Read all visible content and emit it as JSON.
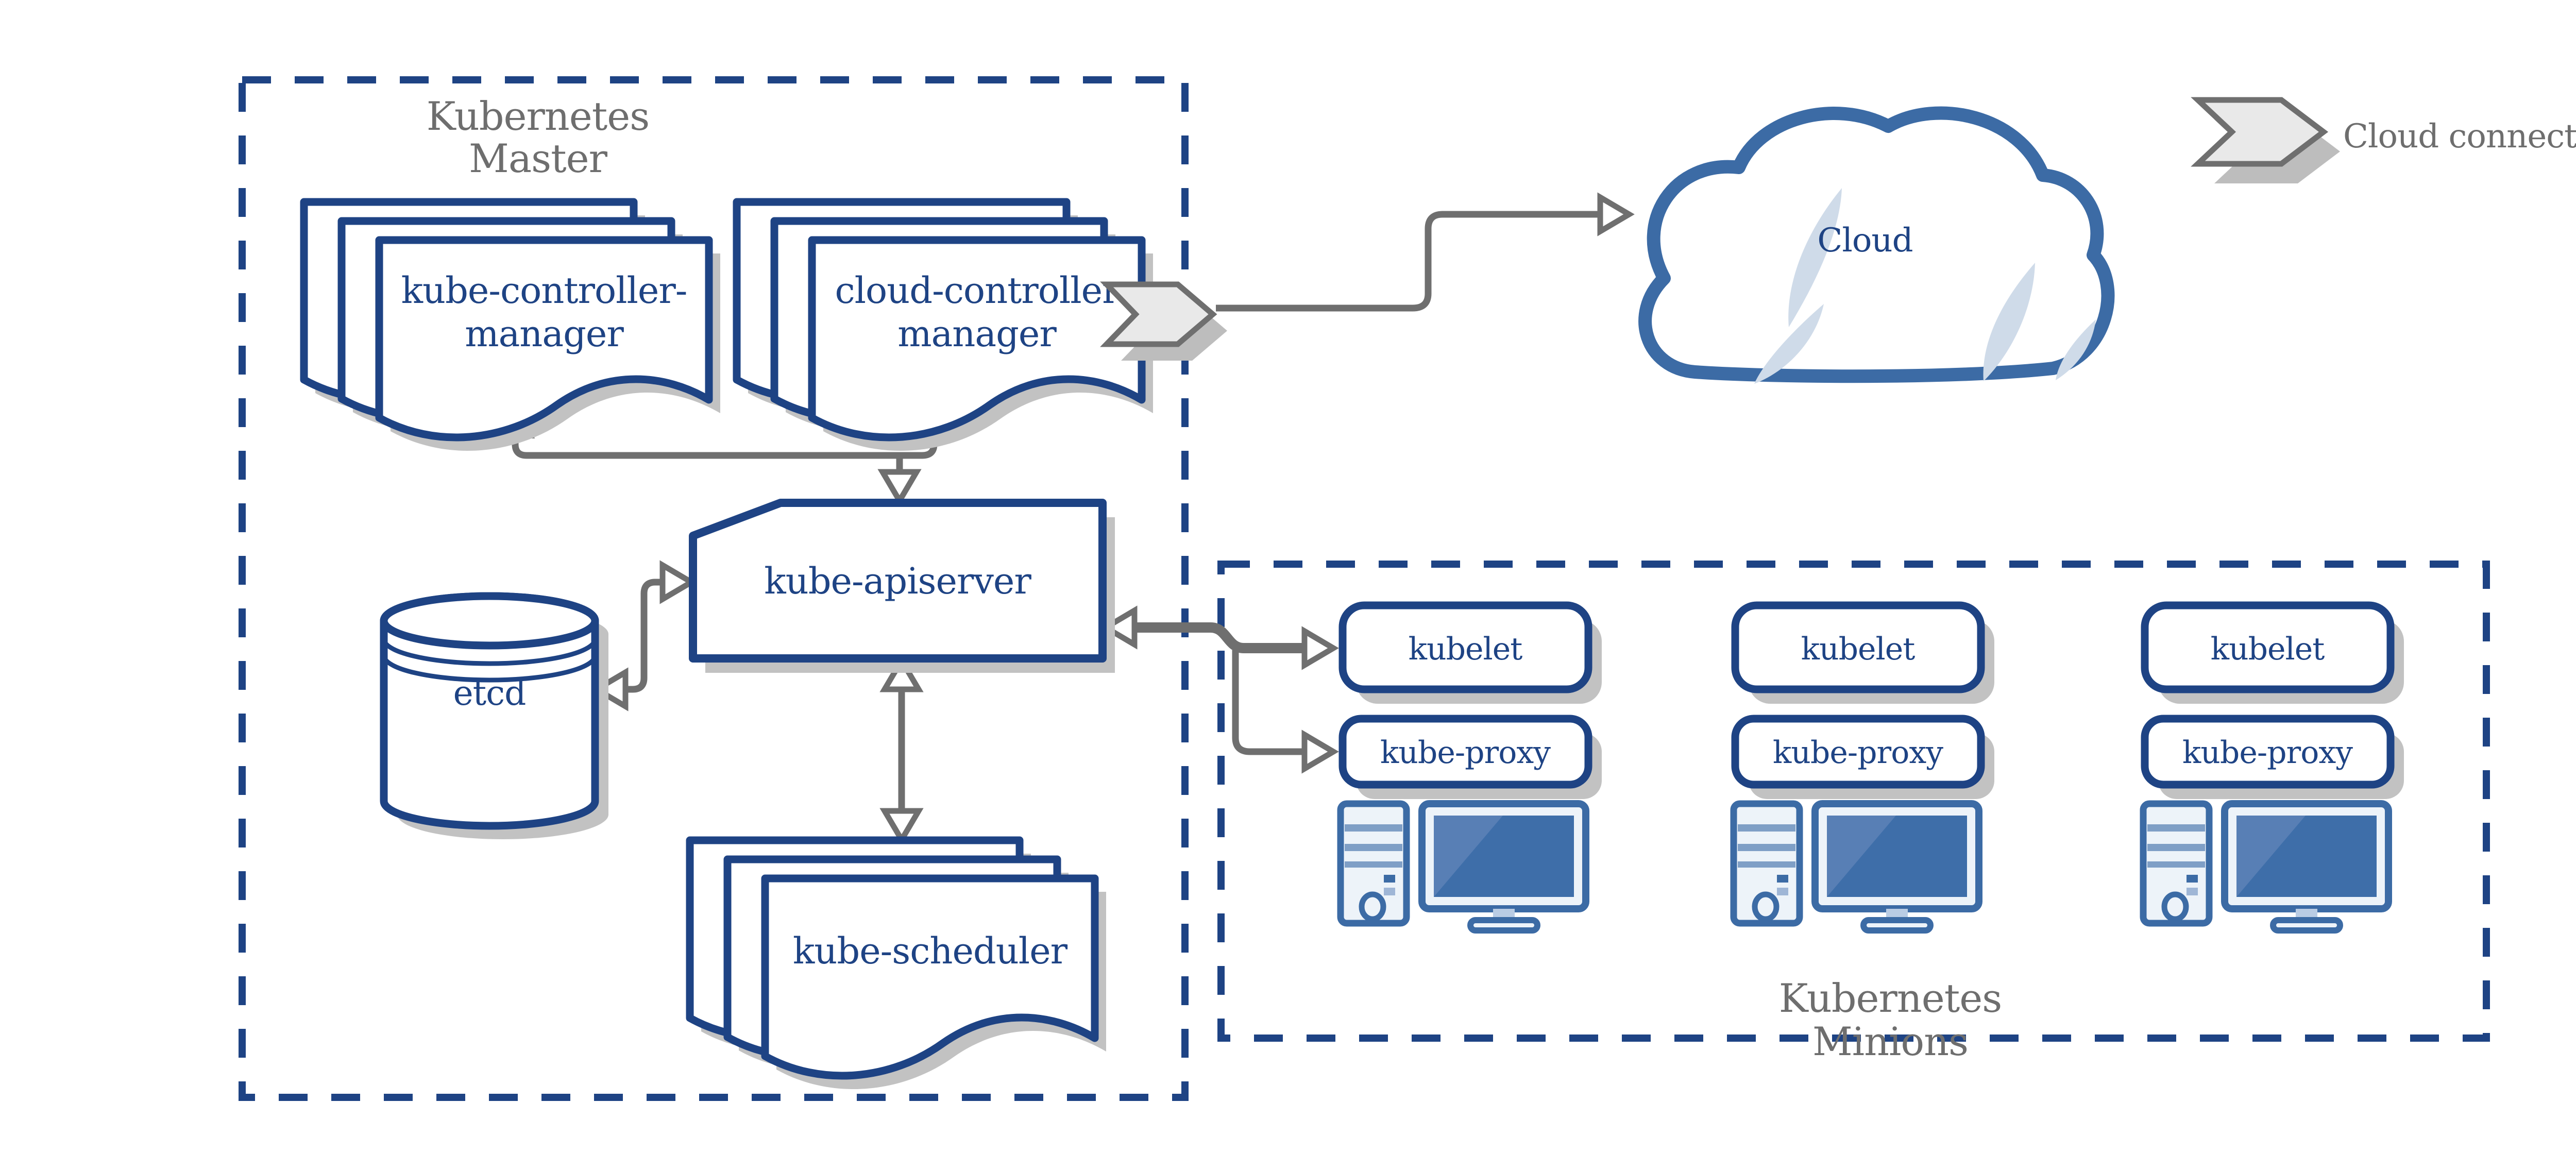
{
  "legend": {
    "label": "Cloud connector"
  },
  "master": {
    "title_lines": [
      "Kubernetes",
      "Master"
    ],
    "kube_controller_manager_lines": [
      "kube-controller-",
      "manager"
    ],
    "cloud_controller_manager_lines": [
      "cloud-controller",
      "manager"
    ],
    "kube_apiserver_label": "kube-apiserver",
    "etcd_label": "etcd",
    "kube_scheduler_label": "kube-scheduler"
  },
  "cloud": {
    "label": "Cloud"
  },
  "minions": {
    "title_lines": [
      "Kubernetes",
      "Minions"
    ],
    "nodes": [
      {
        "kubelet_label": "kubelet",
        "kube_proxy_label": "kube-proxy"
      },
      {
        "kubelet_label": "kubelet",
        "kube_proxy_label": "kube-proxy"
      },
      {
        "kubelet_label": "kubelet",
        "kube_proxy_label": "kube-proxy"
      }
    ]
  },
  "colors": {
    "navy": "#1e4384",
    "steel_blue": "#3c6ba5",
    "light_fill": "#edf3f9",
    "cloud_highlight": "#cfdbe9",
    "arrow_gray": "#6f6f6f",
    "label_gray": "#6e6e6e",
    "shadow_gray": "#c2c2c2"
  }
}
